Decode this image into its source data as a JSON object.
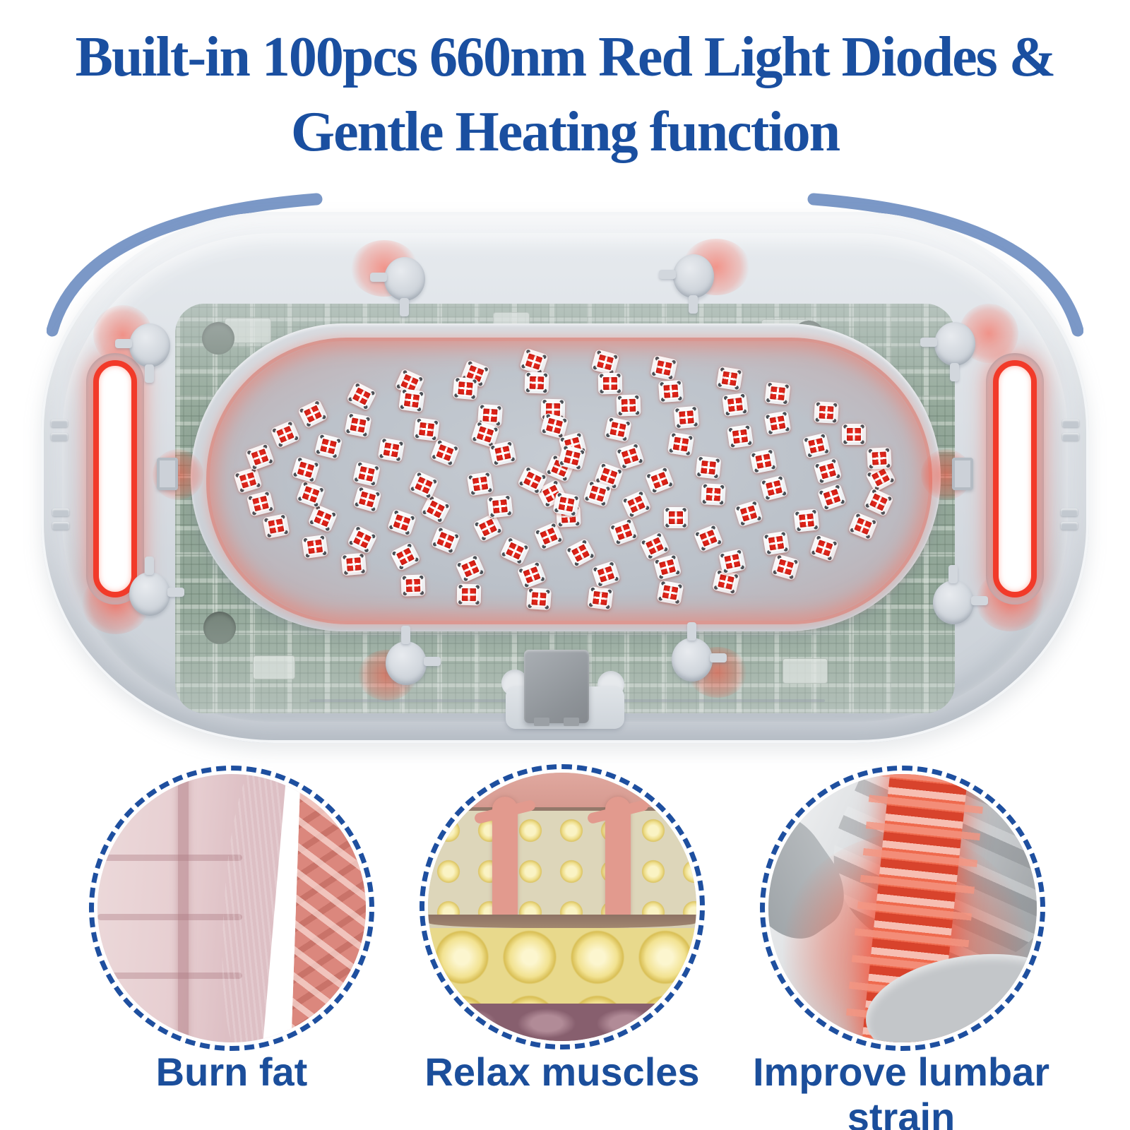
{
  "header": {
    "title_line1": "Built-in 100pcs 660nm Red Light Diodes &",
    "title_line2": "Gentle Heating function"
  },
  "device": {
    "led_count": 100
  },
  "features": [
    {
      "label": "Burn fat"
    },
    {
      "label": "Relax muscles"
    },
    {
      "label": "Improve lumbar strain"
    }
  ],
  "icons": {
    "vibration_left": "vibration-waves-icon",
    "vibration_right": "vibration-waves-icon"
  },
  "colors": {
    "title_blue": "#1a4fa0",
    "label_blue": "#1b4e9b",
    "wave_blue": "#7b98c7",
    "led_red": "#e02318",
    "glow_red": "#ff4936",
    "pcb_green": "#7f9884",
    "shell_grey": "#d8dce2"
  }
}
